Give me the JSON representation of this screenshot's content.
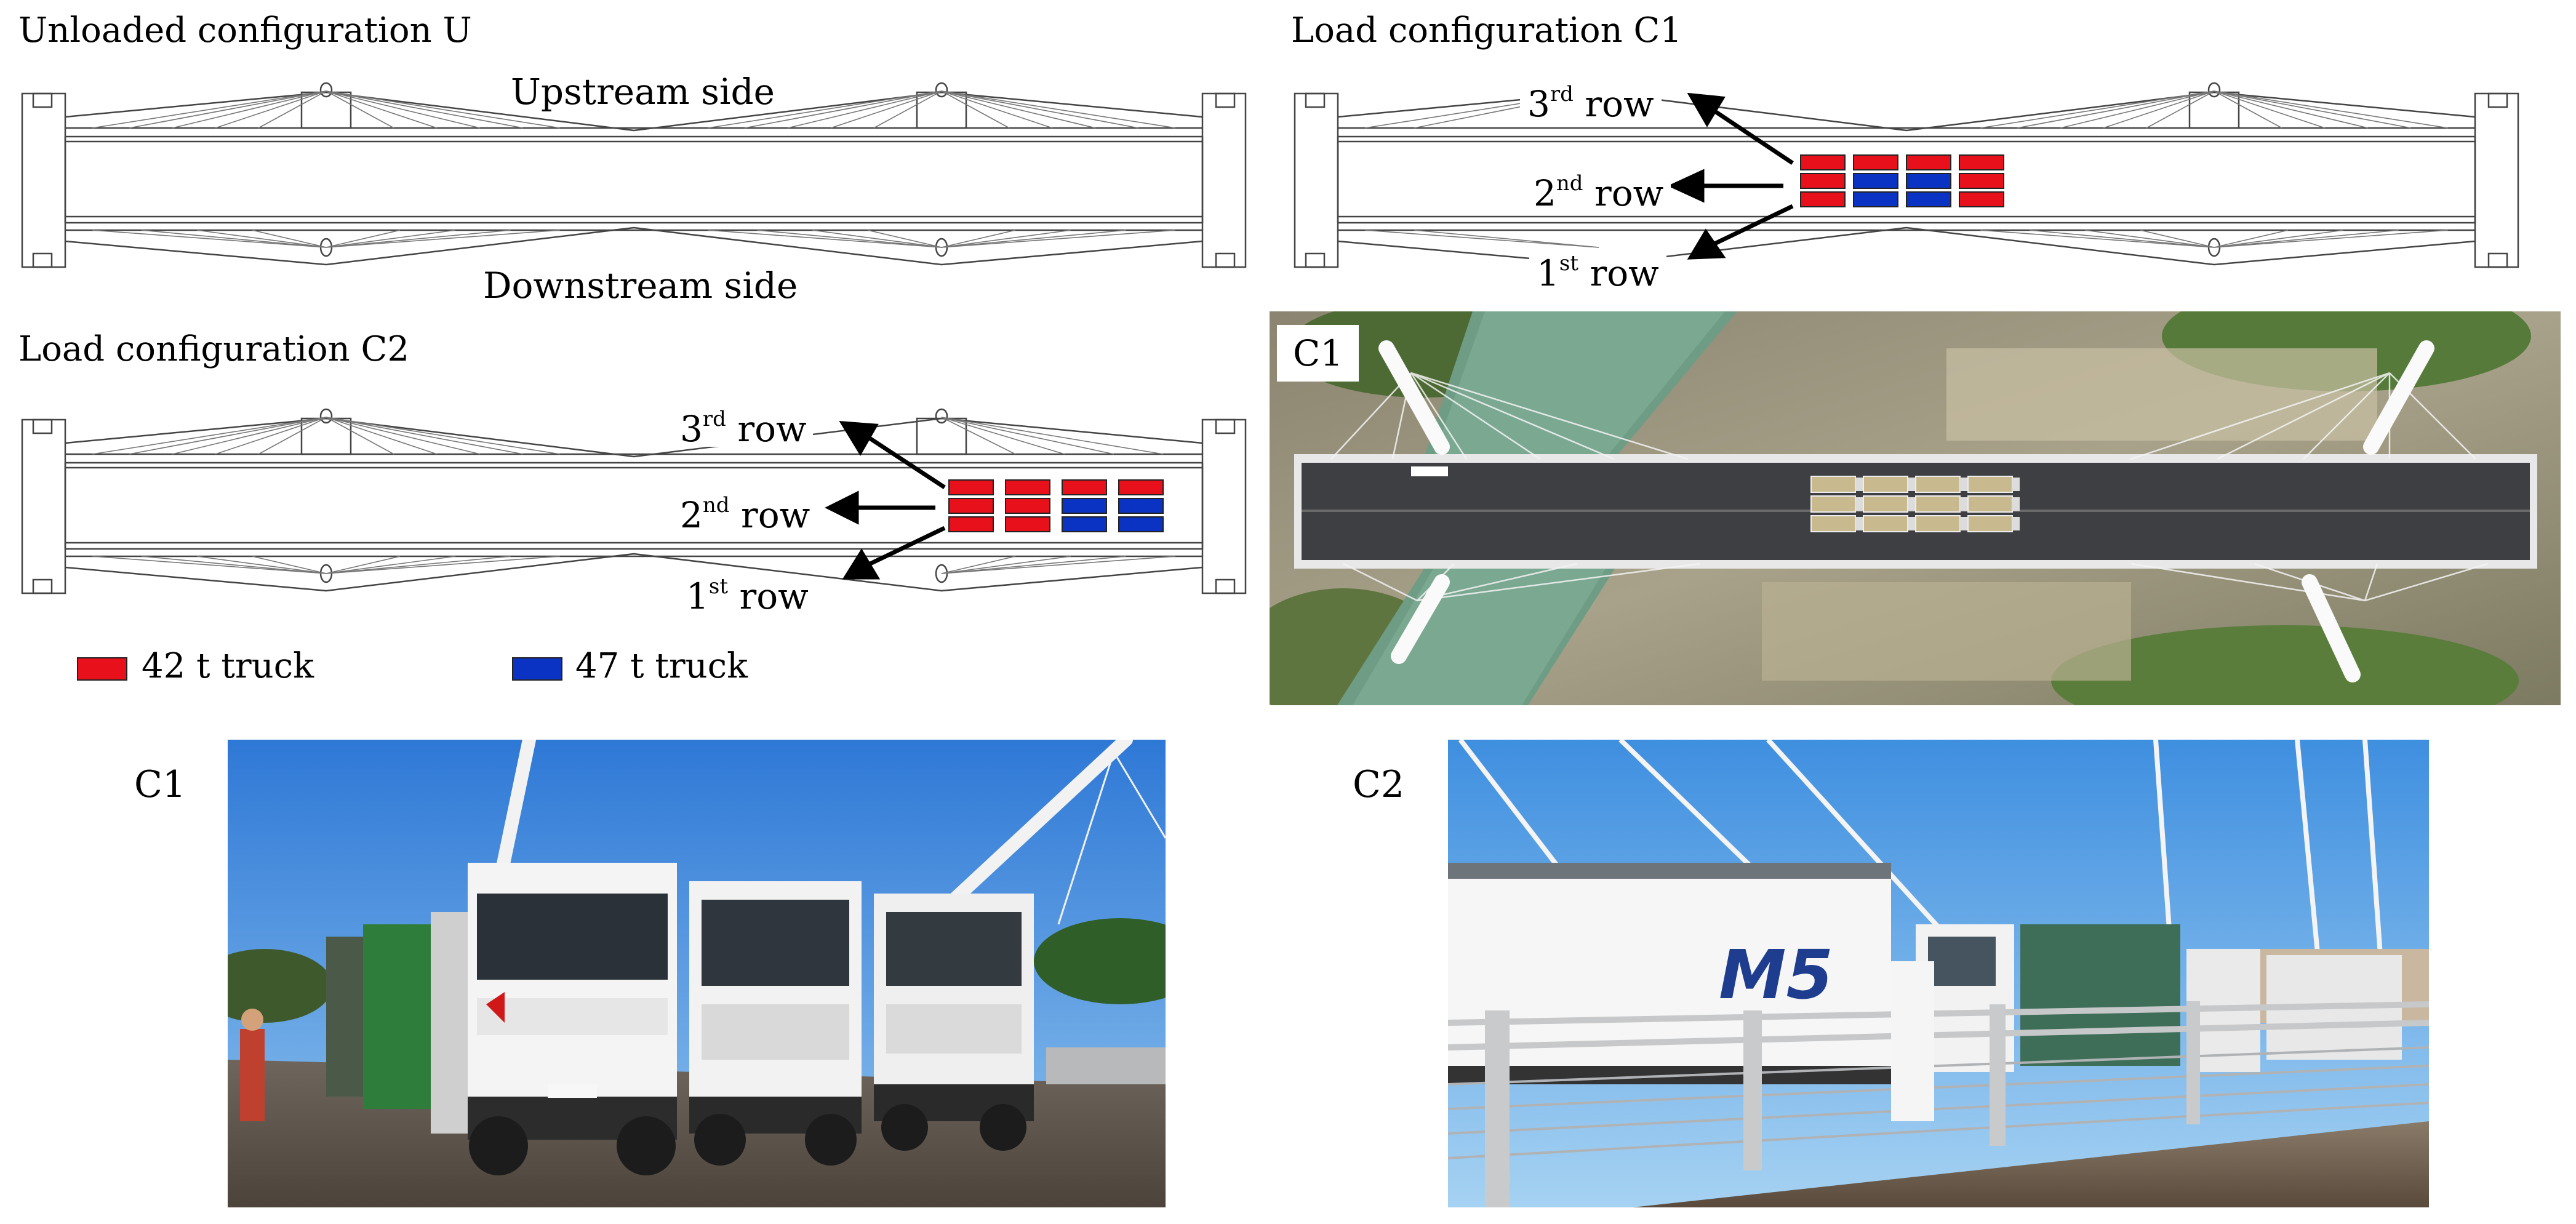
{
  "titles": {
    "unloaded": "Unloaded configuration U",
    "c1": "Load configuration C1",
    "c2": "Load configuration C2"
  },
  "sides": {
    "upstream": "Upstream side",
    "downstream": "Downstream side"
  },
  "rows": {
    "third": {
      "num": "3",
      "suffix": "rd",
      "word": "row"
    },
    "second": {
      "num": "2",
      "suffix": "nd",
      "word": "row"
    },
    "first": {
      "num": "1",
      "suffix": "st",
      "word": "row"
    }
  },
  "legend": {
    "red_label": "42 t truck",
    "blue_label": "47 t truck",
    "red_color": "#e8101a",
    "blue_color": "#0a33c4"
  },
  "photo_labels": {
    "aerial_tag": "C1",
    "photo_c1": "C1",
    "photo_c2": "C2"
  },
  "trucks": {
    "c1_rows": [
      [
        "red",
        "red",
        "red",
        "red"
      ],
      [
        "red",
        "blue",
        "blue",
        "red"
      ],
      [
        "red",
        "blue",
        "blue",
        "red"
      ]
    ],
    "c2_rows": [
      [
        "red",
        "red",
        "red",
        "red"
      ],
      [
        "red",
        "red",
        "blue",
        "blue"
      ],
      [
        "red",
        "red",
        "blue",
        "blue"
      ]
    ]
  }
}
